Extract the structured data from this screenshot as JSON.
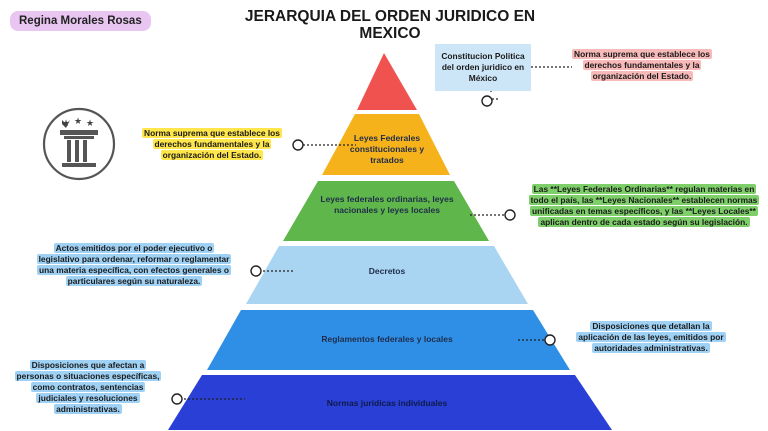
{
  "author": "Regina Morales Rosas",
  "title": "JERARQUIA DEL ORDEN JURIDICO EN MEXICO",
  "icon": "pillar-icon",
  "colors": {
    "red": "#f0534f",
    "orange": "#f6b21a",
    "green": "#5fb64a",
    "light_blue": "#a9d4f2",
    "blue": "#2f8fe6",
    "dark_blue": "#2a3fd6",
    "author_bg": "#e9c6f2"
  },
  "levels": [
    {
      "label": "Constitucion Politica del orden juridico en México"
    },
    {
      "label": "Leyes Federales constitucionales y tratados"
    },
    {
      "label": "Leyes federales ordinarias, leyes nacionales y leyes locales"
    },
    {
      "label": "Decretos"
    },
    {
      "label": "Reglamentos federales y locales"
    },
    {
      "label": "Normas jurídicas individuales"
    }
  ],
  "notes": {
    "constitution": "Norma suprema que establece los derechos fundamentales y la organización del Estado.",
    "federal": "Norma suprema que establece los derechos fundamentales y la organización del Estado.",
    "ordinary": "Las **Leyes Federales Ordinarias** regulan materias en todo el país, las **Leyes Nacionales** establecen normas unificadas en temas específicos, y las **Leyes Locales** aplican dentro de cada estado según su legislación.",
    "decrees": "Actos emitidos por el poder ejecutivo o legislativo para ordenar, reformar o reglamentar una materia específica, con efectos generales o particulares según su naturaleza.",
    "regulations": "Disposiciones que detallan la aplicación de las leyes, emitidos por autoridades administrativas.",
    "individual": "Disposiciones que afectan a personas o situaciones específicas, como contratos, sentencias judiciales y resoluciones administrativas."
  }
}
